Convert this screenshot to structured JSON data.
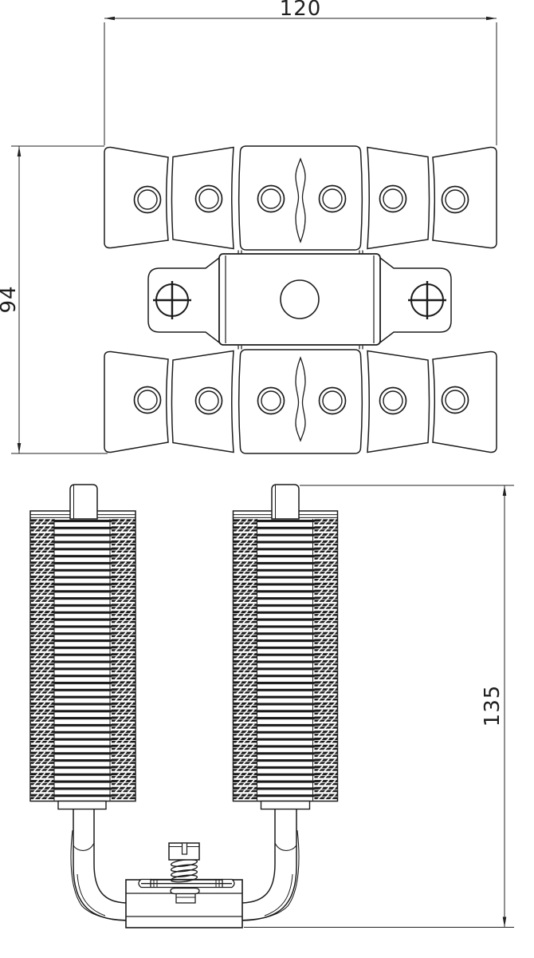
{
  "dimensions": {
    "top_width": "120",
    "left_height": "94",
    "right_height": "135"
  }
}
